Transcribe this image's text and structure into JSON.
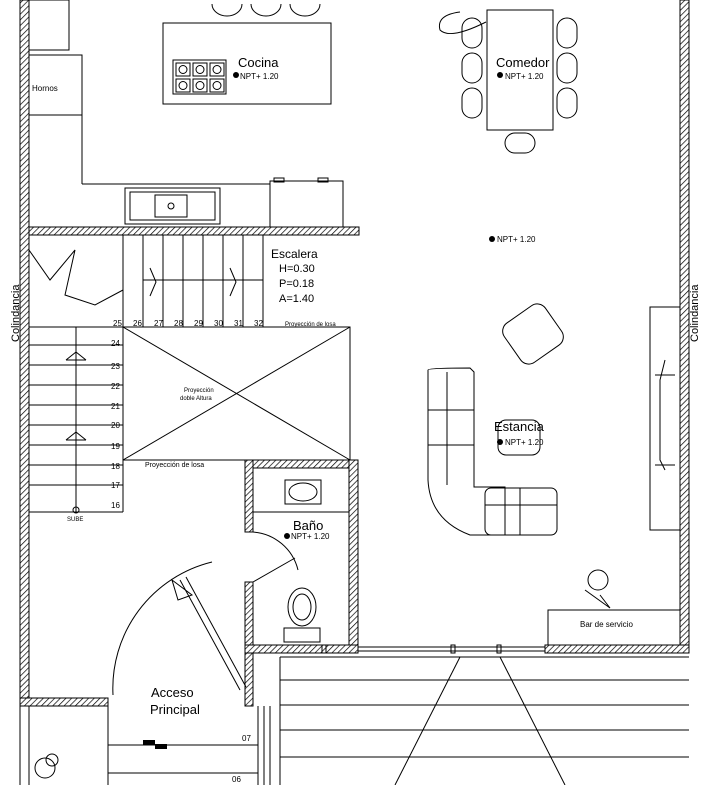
{
  "rooms": {
    "cocina": {
      "name": "Cocina",
      "level": "NPT+ 1.20"
    },
    "comedor": {
      "name": "Comedor",
      "level": "NPT+ 1.20"
    },
    "center": {
      "level": "NPT+ 1.20"
    },
    "estancia": {
      "name": "Estancia",
      "level": "NPT+ 1.20"
    },
    "bano": {
      "name": "Baño",
      "level": "NPT+ 1.20"
    },
    "acceso": {
      "line1": "Acceso",
      "line2": "Principal"
    }
  },
  "labels": {
    "hornos": "Hornos",
    "colindancia_left": "Colindancia",
    "colindancia_right": "Colindancia",
    "bar": "Bar de  servicio",
    "proyeccion_losa_top": "Proyección de losa",
    "proyeccion_losa_bottom": "Proyección de losa",
    "doble_altura_1": "Proyección",
    "doble_altura_2": "doble Altura",
    "sube": "SUBE"
  },
  "escalera": {
    "title": "Escalera",
    "h": "H=0.30",
    "p": "P=0.18",
    "a": "A=1.40",
    "top_steps": [
      "25",
      "26",
      "27",
      "28",
      "29",
      "30",
      "31",
      "32"
    ],
    "left_steps": [
      "24",
      "23",
      "22",
      "21",
      "20",
      "19",
      "18",
      "17",
      "16"
    ]
  },
  "stair_bottom": [
    "07",
    "06"
  ]
}
